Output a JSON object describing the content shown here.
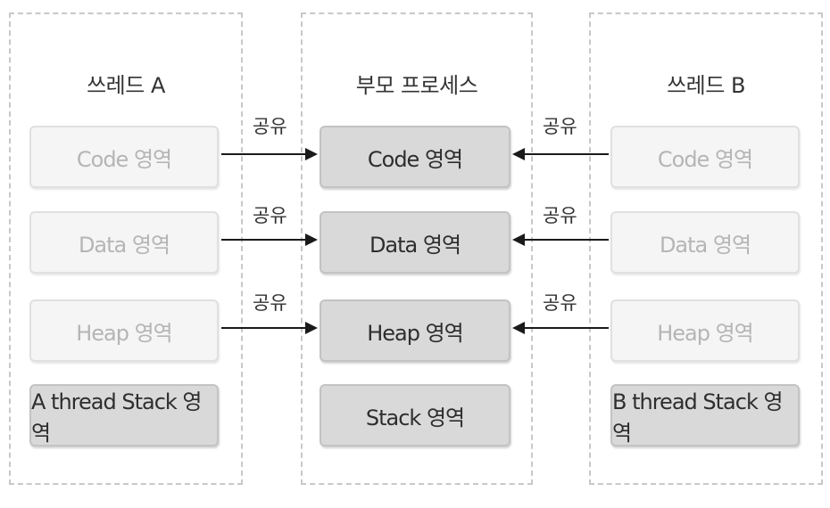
{
  "thread_a": {
    "title": "쓰레드 A",
    "code": "Code 영역",
    "data": "Data 영역",
    "heap": "Heap 영역",
    "stack": "A thread Stack 영역"
  },
  "parent": {
    "title": "부모 프로세스",
    "code": "Code 영역",
    "data": "Data 영역",
    "heap": "Heap 영역",
    "stack": "Stack 영역"
  },
  "thread_b": {
    "title": "쓰레드 B",
    "code": "Code 영역",
    "data": "Data 영역",
    "heap": "Heap 영역",
    "stack": "B thread Stack 영역"
  },
  "share_label": "공유",
  "colors": {
    "shared_box": "#f5f5f5",
    "own_box": "#d9d9d9",
    "arrow": "#1a1a1a"
  }
}
